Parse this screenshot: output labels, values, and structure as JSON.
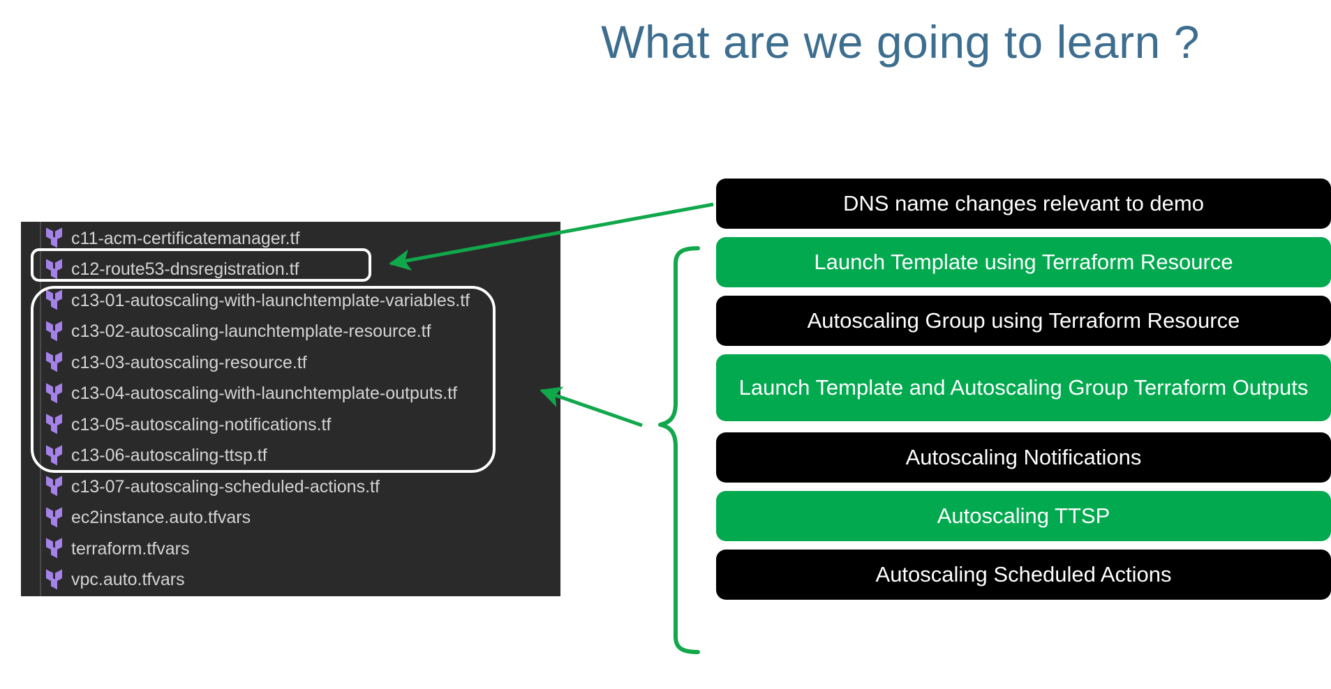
{
  "slide": {
    "title": "What are we going to learn ?",
    "title_color": "#3d6e8f",
    "background_color": "#ffffff"
  },
  "file_explorer": {
    "panel_background": "#2a2a2a",
    "file_icon": "terraform-icon",
    "icon_color": "#a582e8",
    "text_color": "#d4d4d4",
    "highlight_outline_color": "#ffffff",
    "files": [
      {
        "name": "c11-acm-certificatemanager.tf",
        "highlighted": false
      },
      {
        "name": "c12-route53-dnsregistration.tf",
        "highlighted": true
      },
      {
        "name": "c13-01-autoscaling-with-launchtemplate-variables.tf",
        "highlighted": true
      },
      {
        "name": "c13-02-autoscaling-launchtemplate-resource.tf",
        "highlighted": true
      },
      {
        "name": "c13-03-autoscaling-resource.tf",
        "highlighted": true
      },
      {
        "name": "c13-04-autoscaling-with-launchtemplate-outputs.tf",
        "highlighted": true
      },
      {
        "name": "c13-05-autoscaling-notifications.tf",
        "highlighted": true
      },
      {
        "name": "c13-06-autoscaling-ttsp.tf",
        "highlighted": true
      },
      {
        "name": "c13-07-autoscaling-scheduled-actions.tf",
        "highlighted": true
      },
      {
        "name": "ec2instance.auto.tfvars",
        "highlighted": false
      },
      {
        "name": "terraform.tfvars",
        "highlighted": false
      },
      {
        "name": "vpc.auto.tfvars",
        "highlighted": false
      }
    ]
  },
  "topic_boxes": {
    "green_color": "#02a94f",
    "black_color": "#000000",
    "items": [
      {
        "label": "DNS name changes relevant to demo",
        "style": "black"
      },
      {
        "label": "Launch Template using Terraform Resource",
        "style": "green"
      },
      {
        "label": "Autoscaling Group using Terraform Resource",
        "style": "black"
      },
      {
        "label": "Launch Template and Autoscaling Group Terraform Outputs",
        "style": "green"
      },
      {
        "label": "Autoscaling Notifications",
        "style": "black"
      },
      {
        "label": "Autoscaling TTSP",
        "style": "green"
      },
      {
        "label": "Autoscaling Scheduled Actions",
        "style": "black"
      }
    ]
  },
  "connectors": {
    "color": "#11a74b",
    "arrow_dns_to_c12": "arrow-icon",
    "arrow_brace_to_group": "arrow-icon",
    "brace": "curly-brace-icon"
  }
}
